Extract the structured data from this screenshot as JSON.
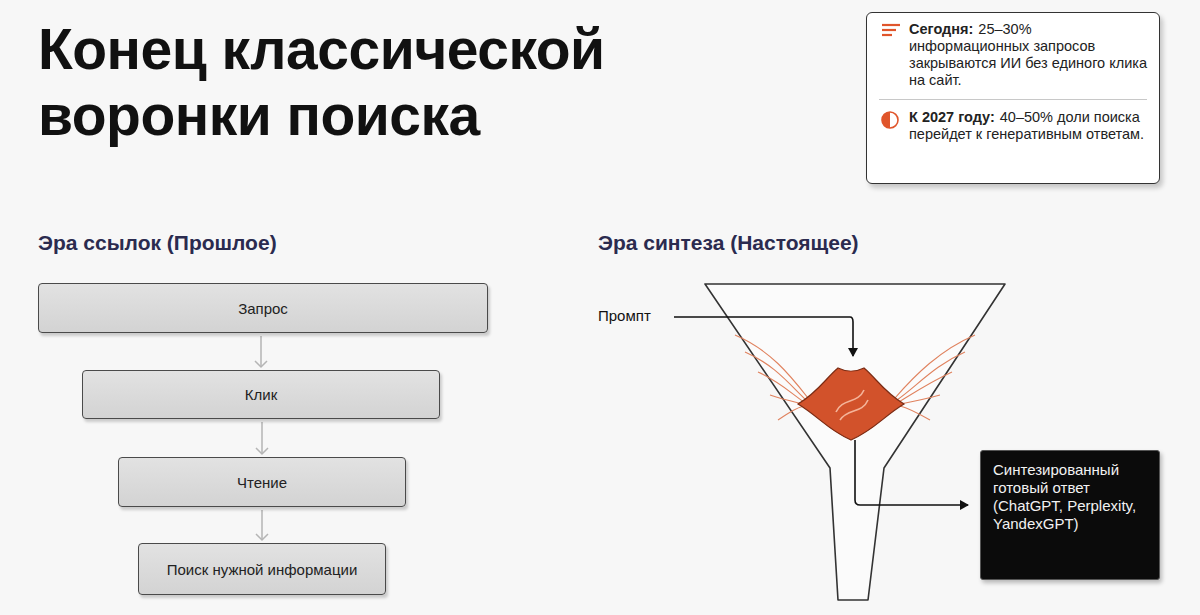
{
  "diagram": {
    "title": "Конец классической воронки поиска",
    "nodes": [
      {
        "text": [
          "Сегодня:",
          "25–30% информационных запросов закрываются ИИ без единого клика на сайт.",
          "К 2027 году:",
          "40–50% доли поиска перейдет к генеративным ответам."
        ]
      },
      {
        "text": [
          "Запрос"
        ]
      },
      {
        "text": [
          "Клик"
        ]
      },
      {
        "text": [
          "Чтение"
        ]
      },
      {
        "text": [
          "Поиск нужной информации"
        ]
      },
      {
        "text": [
          "Синтезированный готовый ответ (ChatGPT, Perplexity, YandexGPT)"
        ]
      }
    ],
    "edges": [
      {
        "from": 1,
        "to": 2,
        "arrow": "to"
      },
      {
        "from": 2,
        "to": 3,
        "arrow": "to"
      },
      {
        "from": 3,
        "to": 4,
        "arrow": "to"
      }
    ],
    "labels": [
      "Эра ссылок (Прошлое)",
      "Эра синтеза (Настоящее)",
      "Промпт"
    ]
  }
}
